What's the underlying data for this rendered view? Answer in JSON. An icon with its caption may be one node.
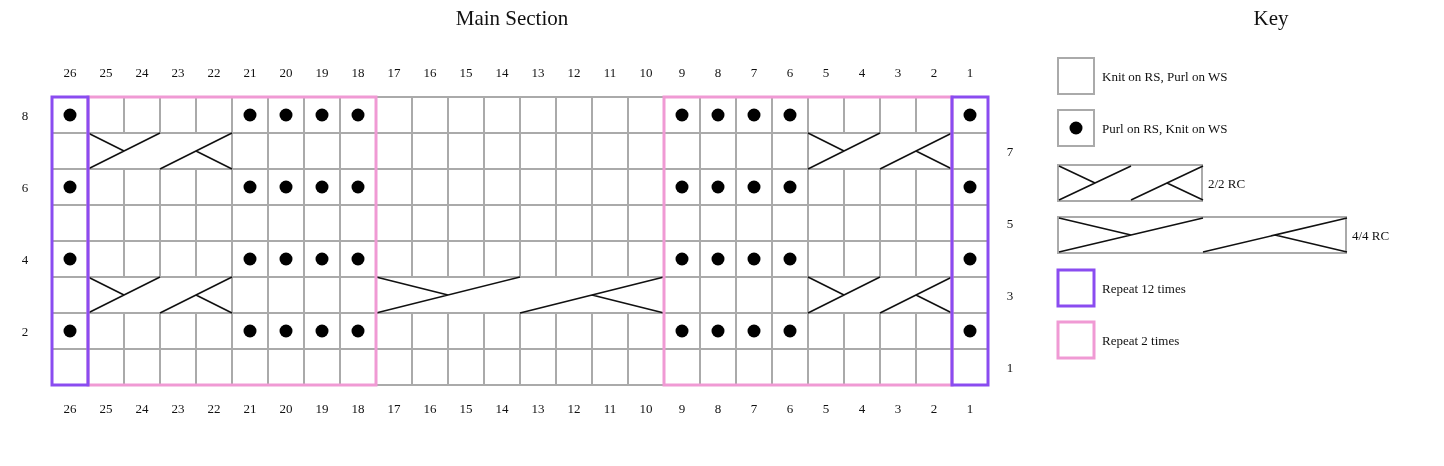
{
  "diagram": {
    "title": "Main Section",
    "labels": [
      "Key",
      "26",
      "25",
      "24",
      "23",
      "22",
      "21",
      "20",
      "19",
      "18",
      "17",
      "16",
      "15",
      "14",
      "13",
      "12",
      "11",
      "10",
      "9",
      "8",
      "7",
      "6",
      "5",
      "4",
      "3",
      "2",
      "1",
      "8",
      "7",
      "6",
      "5",
      "4",
      "3",
      "2",
      "1",
      "26",
      "25",
      "24",
      "23",
      "22",
      "21",
      "20",
      "19",
      "18",
      "17",
      "16",
      "15",
      "14",
      "13",
      "12",
      "11",
      "10",
      "9",
      "8",
      "7",
      "6",
      "5",
      "4",
      "3",
      "2",
      "1"
    ],
    "legend": [
      {
        "text": "Knit on RS, Purl on WS"
      },
      {
        "text": "Purl on RS, Knit on WS"
      },
      {
        "text": "2/2 RC"
      },
      {
        "text": "4/4 RC"
      },
      {
        "text": "Repeat 12 times"
      },
      {
        "text": "Repeat 2 times"
      }
    ]
  }
}
